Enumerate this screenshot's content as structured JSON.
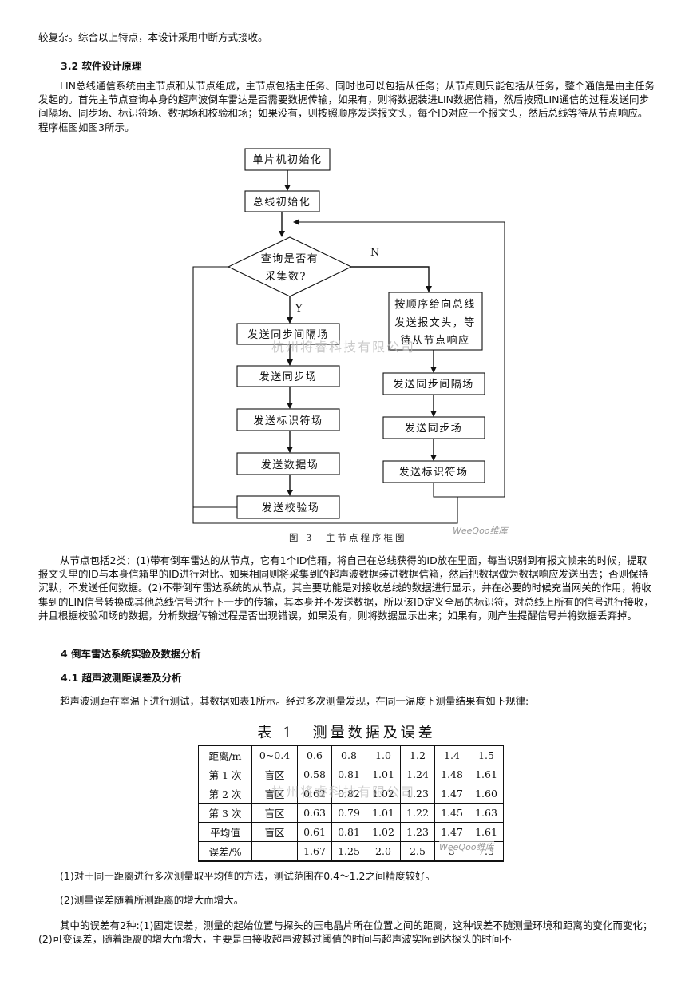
{
  "para_top": "较复杂。综合以上特点，本设计采用中断方式接收。",
  "h32": "3.2 软件设计原理",
  "para_32": "LIN总线通信系统由主节点和从节点组成，主节点包括主任务、同时也可以包括从任务；从节点则只能包括从任务，整个通信是由主任务发起的。首先主节点查询本身的超声波倒车雷达是否需要数据传输，如果有，则将数据装进LIN数据信箱，然后按照LIN通信的过程发送同步间隔场、同步场、标识符场、数据场和校验和场；如果没有，则按照顺序发送报文头，每个ID对应一个报文头，然后总线等待从节点响应。程序框图如图3所示。",
  "figure": {
    "init_mcu": "单片机初始化",
    "init_bus": "总线初始化",
    "decision_line1": "查询是否有",
    "decision_line2": "采集数?",
    "yes": "Y",
    "no": "N",
    "left_steps": [
      "发送同步间隔场",
      "发送同步场",
      "发送标识符场",
      "发送数据场",
      "发送校验场"
    ],
    "right_text": [
      "按顺序给向总线",
      "发送报文头，等",
      "待从节点响应"
    ],
    "right_steps": [
      "发送同步间隔场",
      "发送同步场",
      "发送标识符场"
    ],
    "caption": "图 3　主节点程序框图",
    "watermark": "杭州将睿科技有限公司",
    "logo": "WeeQoo维库"
  },
  "para_slave": "从节点包括2类：(1)带有倒车雷达的从节点，它有1个ID信箱，将自己在总线获得的ID放在里面，每当识别到有报文帧来的时候，提取报文头里的ID与本身信箱里的ID进行对比。如果相同则将采集到的超声波数据装进数据信箱，然后把数据做为数据响应发送出去；否则保持沉默，不发送任何数据。(2)不带倒车雷达系统的从节点，其主要功能是对接收总线的数据进行显示，并在必要的时候充当网关的作用，将收集到的LIN信号转换成其他总线信号进行下一步的传输，其本身并不发送数据，所以该ID定义全局的标识符，对总线上所有的信号进行接收，并且根据校验和场的数据，分析数据传输过程是否出现错误，如果没有，则将数据显示出来；如果有，则产生提醒信号并将数据丢弃掉。",
  "h4": "4 倒车雷达系统实验及数据分析",
  "h41": "4.1 超声波测距误差及分析",
  "para_41": "超声波测距在室温下进行测试，其数据如表1所示。经过多次测量发现，在同一温度下测量结果有如下规律:",
  "table": {
    "caption": "表 1　测量数据及误差",
    "rows": [
      [
        "距离/m",
        "0~0.4",
        "0.6",
        "0.8",
        "1.0",
        "1.2",
        "1.4",
        "1.5"
      ],
      [
        "第 1 次",
        "盲区",
        "0.58",
        "0.81",
        "1.01",
        "1.24",
        "1.48",
        "1.61"
      ],
      [
        "第 2 次",
        "盲区",
        "0.62",
        "0.82",
        "1.02",
        "1.23",
        "1.47",
        "1.60"
      ],
      [
        "第 3 次",
        "盲区",
        "0.63",
        "0.79",
        "1.01",
        "1.22",
        "1.45",
        "1.63"
      ],
      [
        "平均值",
        "盲区",
        "0.61",
        "0.81",
        "1.02",
        "1.23",
        "1.47",
        "1.61"
      ],
      [
        "误差/%",
        "–",
        "1.67",
        "1.25",
        "2.0",
        "2.5",
        "5",
        "7.3"
      ]
    ],
    "watermark": "杭州将睿科技有限公司",
    "logo": "WeeQoo维库"
  },
  "item1": "(1)对于同一距离进行多次测量取平均值的方法，测试范围在0.4～1.2之间精度较好。",
  "item2": "(2)测量误差随着所测距离的增大而增大。",
  "para_err": "其中的误差有2种:(1)固定误差，测量的起始位置与探头的压电晶片所在位置之间的距离，这种误差不随测量环境和距离的变化而变化；(2)可变误差，随着距离的增大而增大，主要是由接收超声波越过阈值的时间与超声波实际到达探头的时间不"
}
